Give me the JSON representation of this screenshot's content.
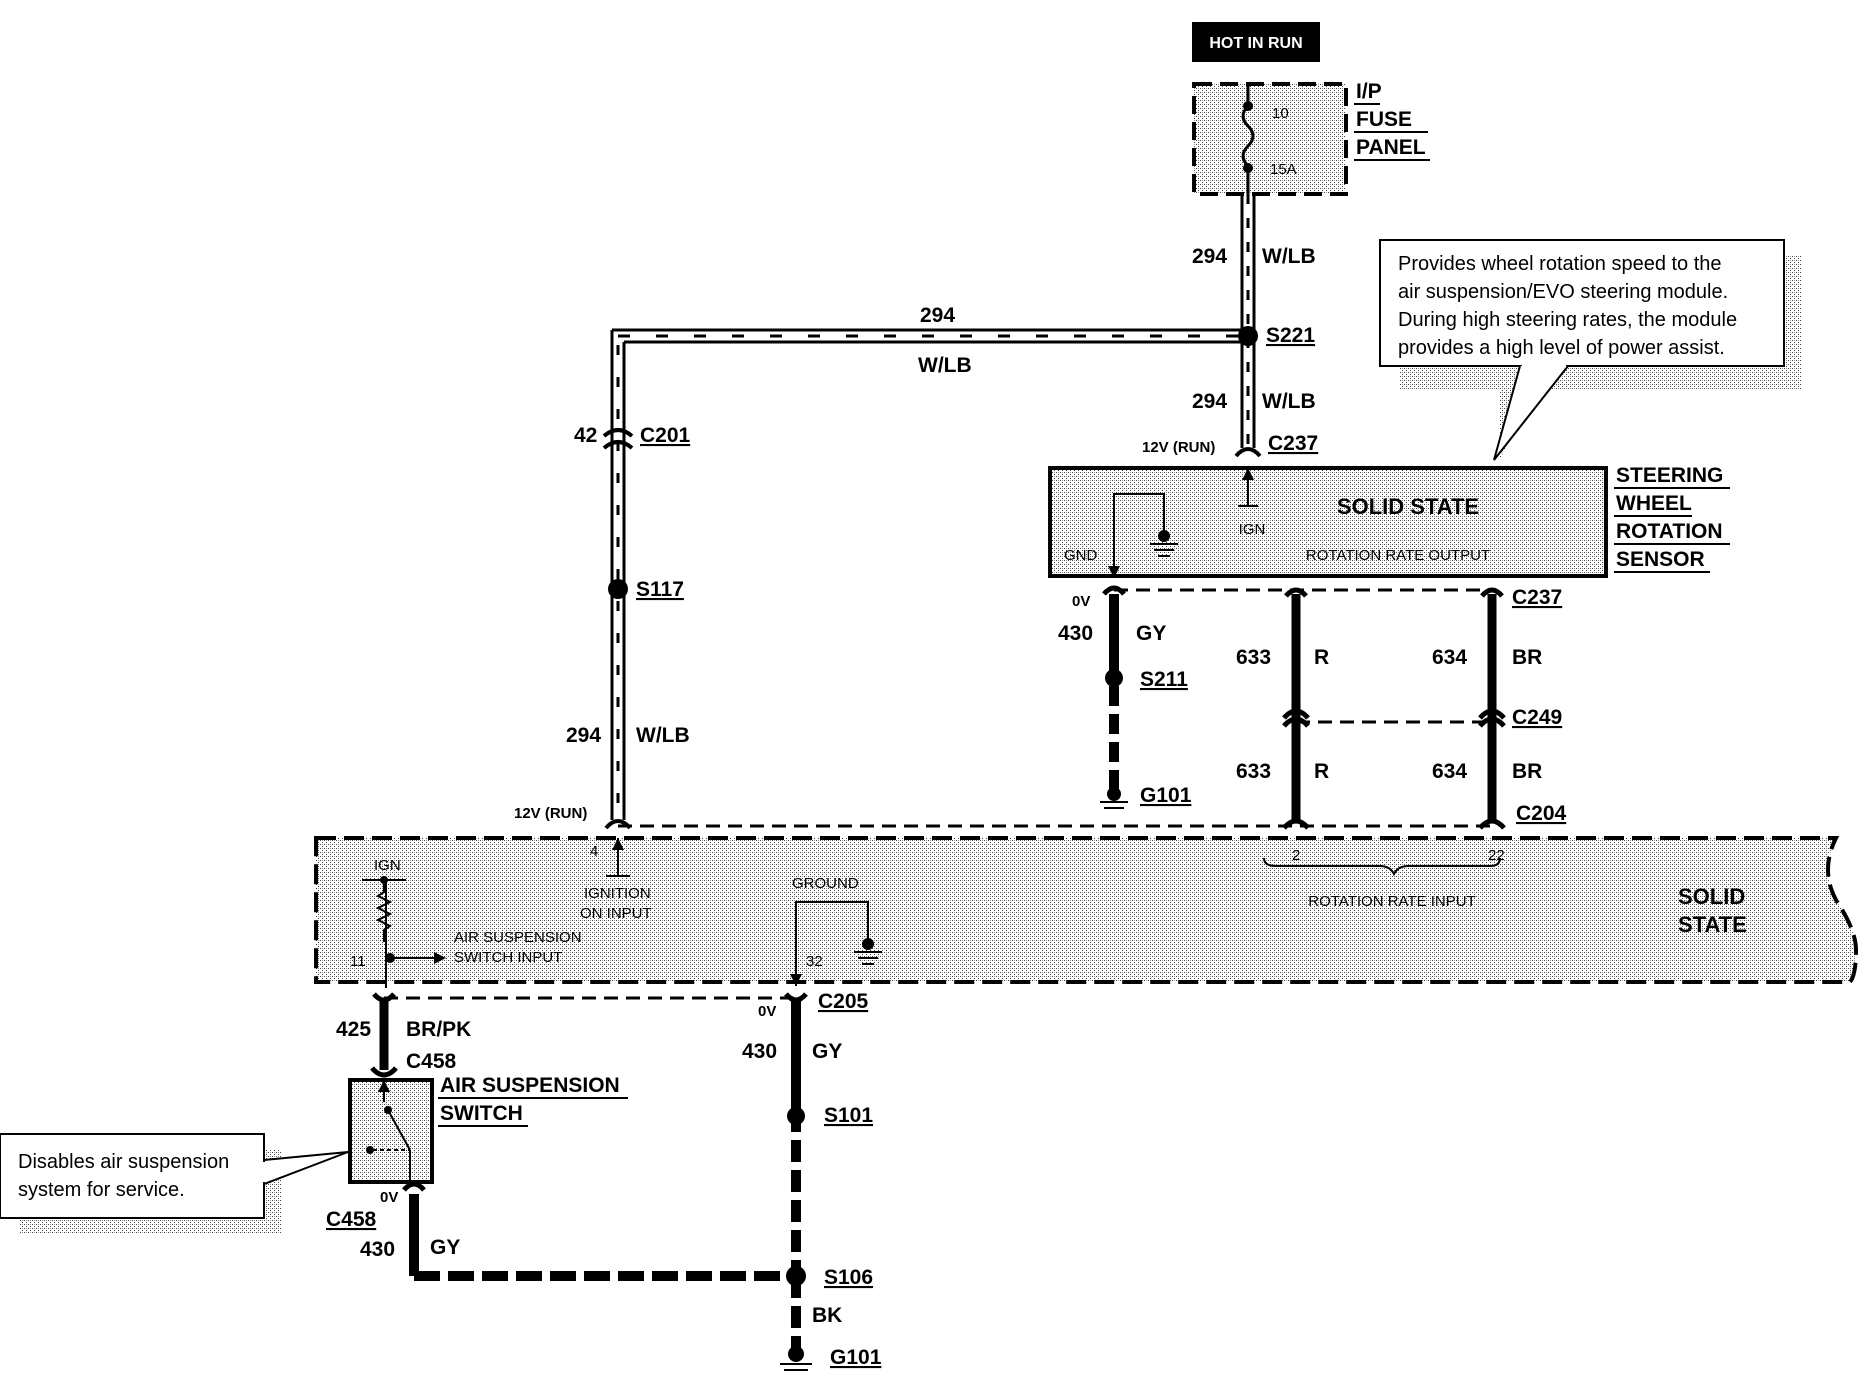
{
  "power": {
    "hot_in_run": "HOT IN RUN",
    "fuse_panel": [
      "I/P",
      "FUSE",
      "PANEL"
    ],
    "fuse_number": "10",
    "fuse_rating": "15A"
  },
  "wires": {
    "c294": "294",
    "wlb": "W/LB",
    "c42": "42",
    "c430": "430",
    "gy": "GY",
    "c633": "633",
    "r": "R",
    "c634": "634",
    "br": "BR",
    "c425": "425",
    "brpk": "BR/PK",
    "bk": "BK"
  },
  "connectors": {
    "s221": "S221",
    "c237": "C237",
    "c201": "C201",
    "s117": "S117",
    "s211": "S211",
    "g101": "G101",
    "c249": "C249",
    "c204": "C204",
    "c205": "C205",
    "c458": "C458",
    "s101": "S101",
    "s106": "S106"
  },
  "voltages": {
    "v12_run": "12V (RUN)",
    "v0": "0V"
  },
  "sensor": {
    "inner_title": "SOLID STATE",
    "ign": "IGN",
    "gnd": "GND",
    "output": "ROTATION RATE OUTPUT",
    "name": [
      "STEERING",
      "WHEEL",
      "ROTATION",
      "SENSOR"
    ]
  },
  "module": {
    "name": [
      "SOLID",
      "STATE"
    ],
    "ign": "IGN",
    "pin4": "4",
    "ign_input": [
      "IGNITION",
      "ON INPUT"
    ],
    "ground": "GROUND",
    "pin32": "32",
    "pin11": "11",
    "as_input": [
      "AIR SUSPENSION",
      "SWITCH INPUT"
    ],
    "pin2": "2",
    "pin22": "22",
    "rate_input": "ROTATION RATE INPUT"
  },
  "switch": {
    "name": [
      "AIR SUSPENSION",
      "SWITCH"
    ]
  },
  "notes": {
    "sensor_note": [
      "Provides wheel rotation speed to the",
      "air suspension/EVO steering module.",
      "During high steering rates, the module",
      "provides a high level of power assist."
    ],
    "switch_note": [
      "Disables air suspension",
      "system for service."
    ]
  }
}
